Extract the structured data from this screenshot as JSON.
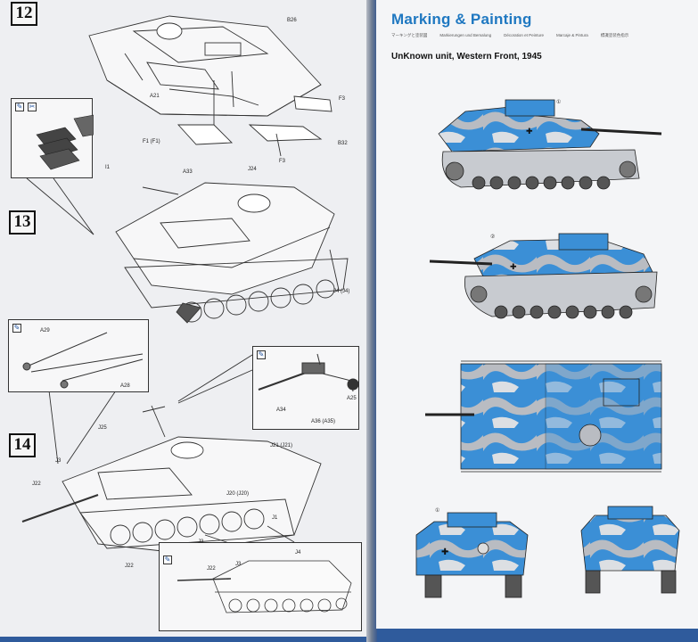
{
  "left_page": {
    "steps": [
      "12",
      "13",
      "14"
    ],
    "step12_labels": {
      "b26": "B26",
      "a21": "A21",
      "f3_top": "F3",
      "f1": "F1 (F1)",
      "f3_bottom": "F3",
      "b32": "B32",
      "i1": "I1"
    },
    "step13_labels": {
      "a33": "A33",
      "j24": "J24",
      "j4": "J4 (J4)"
    },
    "step14_labels": {
      "a29": "A29",
      "a28": "A28",
      "a34": "A34",
      "a25": "A25",
      "a36": "A36 (A35)",
      "j25": "J25",
      "j21": "J21 (J21)",
      "j3": "J3",
      "j22": "J22",
      "j20": "J20 (J20)",
      "j1": "J1",
      "j3b": "J3",
      "j22b": "J22",
      "j22c": "J22",
      "j3c": "J3",
      "j4c": "J4"
    }
  },
  "right_page": {
    "title": "Marking & Painting",
    "subtitles": [
      "マーキングと塗装図",
      "Markierungen und Bemalung",
      "Décoration et Peinture",
      "Marcaje & Pintura",
      "標識塗装色指示"
    ],
    "unit_caption": "UnKnown unit, Western Front, 1945",
    "markers": [
      "①",
      "②",
      "①"
    ]
  },
  "colors": {
    "background_blue": "#2f5b9c",
    "title_blue": "#1f78c1",
    "camo_blue": "#3b8fd6",
    "camo_grey": "#b9bcc2",
    "camo_light": "#dcdfe3"
  }
}
